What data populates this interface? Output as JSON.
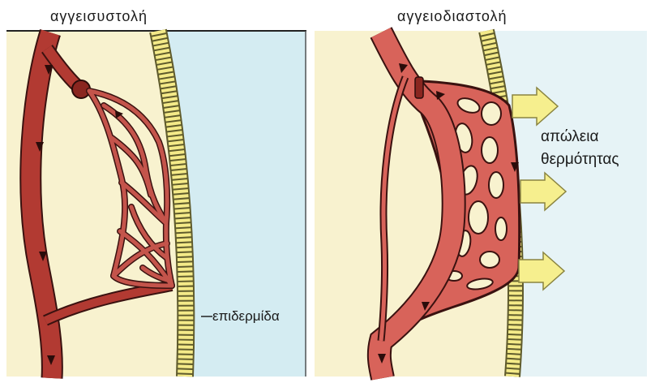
{
  "panels": {
    "left": {
      "title": "αγγεισυστολή"
    },
    "right": {
      "title": "αγγειοδιαστολή"
    }
  },
  "labels": {
    "epidermis": "επιδερμίδα",
    "heat_loss_line1": "απώλεια",
    "heat_loss_line2": "θερμότητας"
  },
  "colors": {
    "background_dermis": "#f8f2cf",
    "outside_air": "#d4ecf2",
    "epidermis_yellow": "#f4ea88",
    "vessel_dark": "#b23a32",
    "vessel_dilated": "#d8635a",
    "arrow_yellow": "#f6ef8e"
  },
  "icons": {
    "flow_arrow": "triangle-arrowhead",
    "heat_arrow": "block-arrow-right"
  }
}
